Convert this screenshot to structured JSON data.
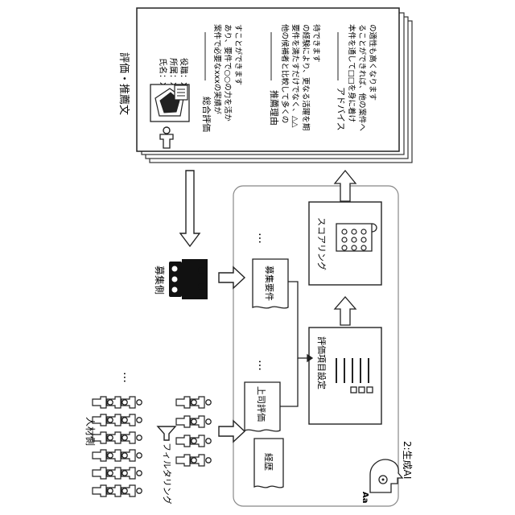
{
  "sections": {
    "talent_side": "人材側",
    "filtering": "フィルタリング",
    "recruiter_side": "募集側",
    "generative_ai": "2:生成AI",
    "ai_badge": "Aa"
  },
  "documents": {
    "career": "経歴",
    "supervisor_eval": "上司評価",
    "recruit_requirements": "募集要件",
    "item_setting": "評価項目設定",
    "scoring": "スコアリング",
    "ellipsis": "…"
  },
  "report": {
    "title": "評価・推薦文",
    "profile": [
      "氏名：Xxx",
      "所属：Xxx",
      "役職：Xxx"
    ],
    "overall_heading": "総合評価",
    "overall_body": [
      "案件で必要なxxxの実績が",
      "あり、要件で○○の力を活か",
      "すことができます"
    ],
    "reason_heading": "推薦理由",
    "reason_body": [
      "他の候補者と比較して多くの",
      "要件を満たすだけでなく、△△",
      "の経験により、更なる活躍を期",
      "待できます"
    ],
    "advice_heading": "アドバイス",
    "advice_body": [
      "本件を通して□□を身に着け",
      "ることができれば、他の案件へ",
      "の適性も高くなります"
    ]
  }
}
